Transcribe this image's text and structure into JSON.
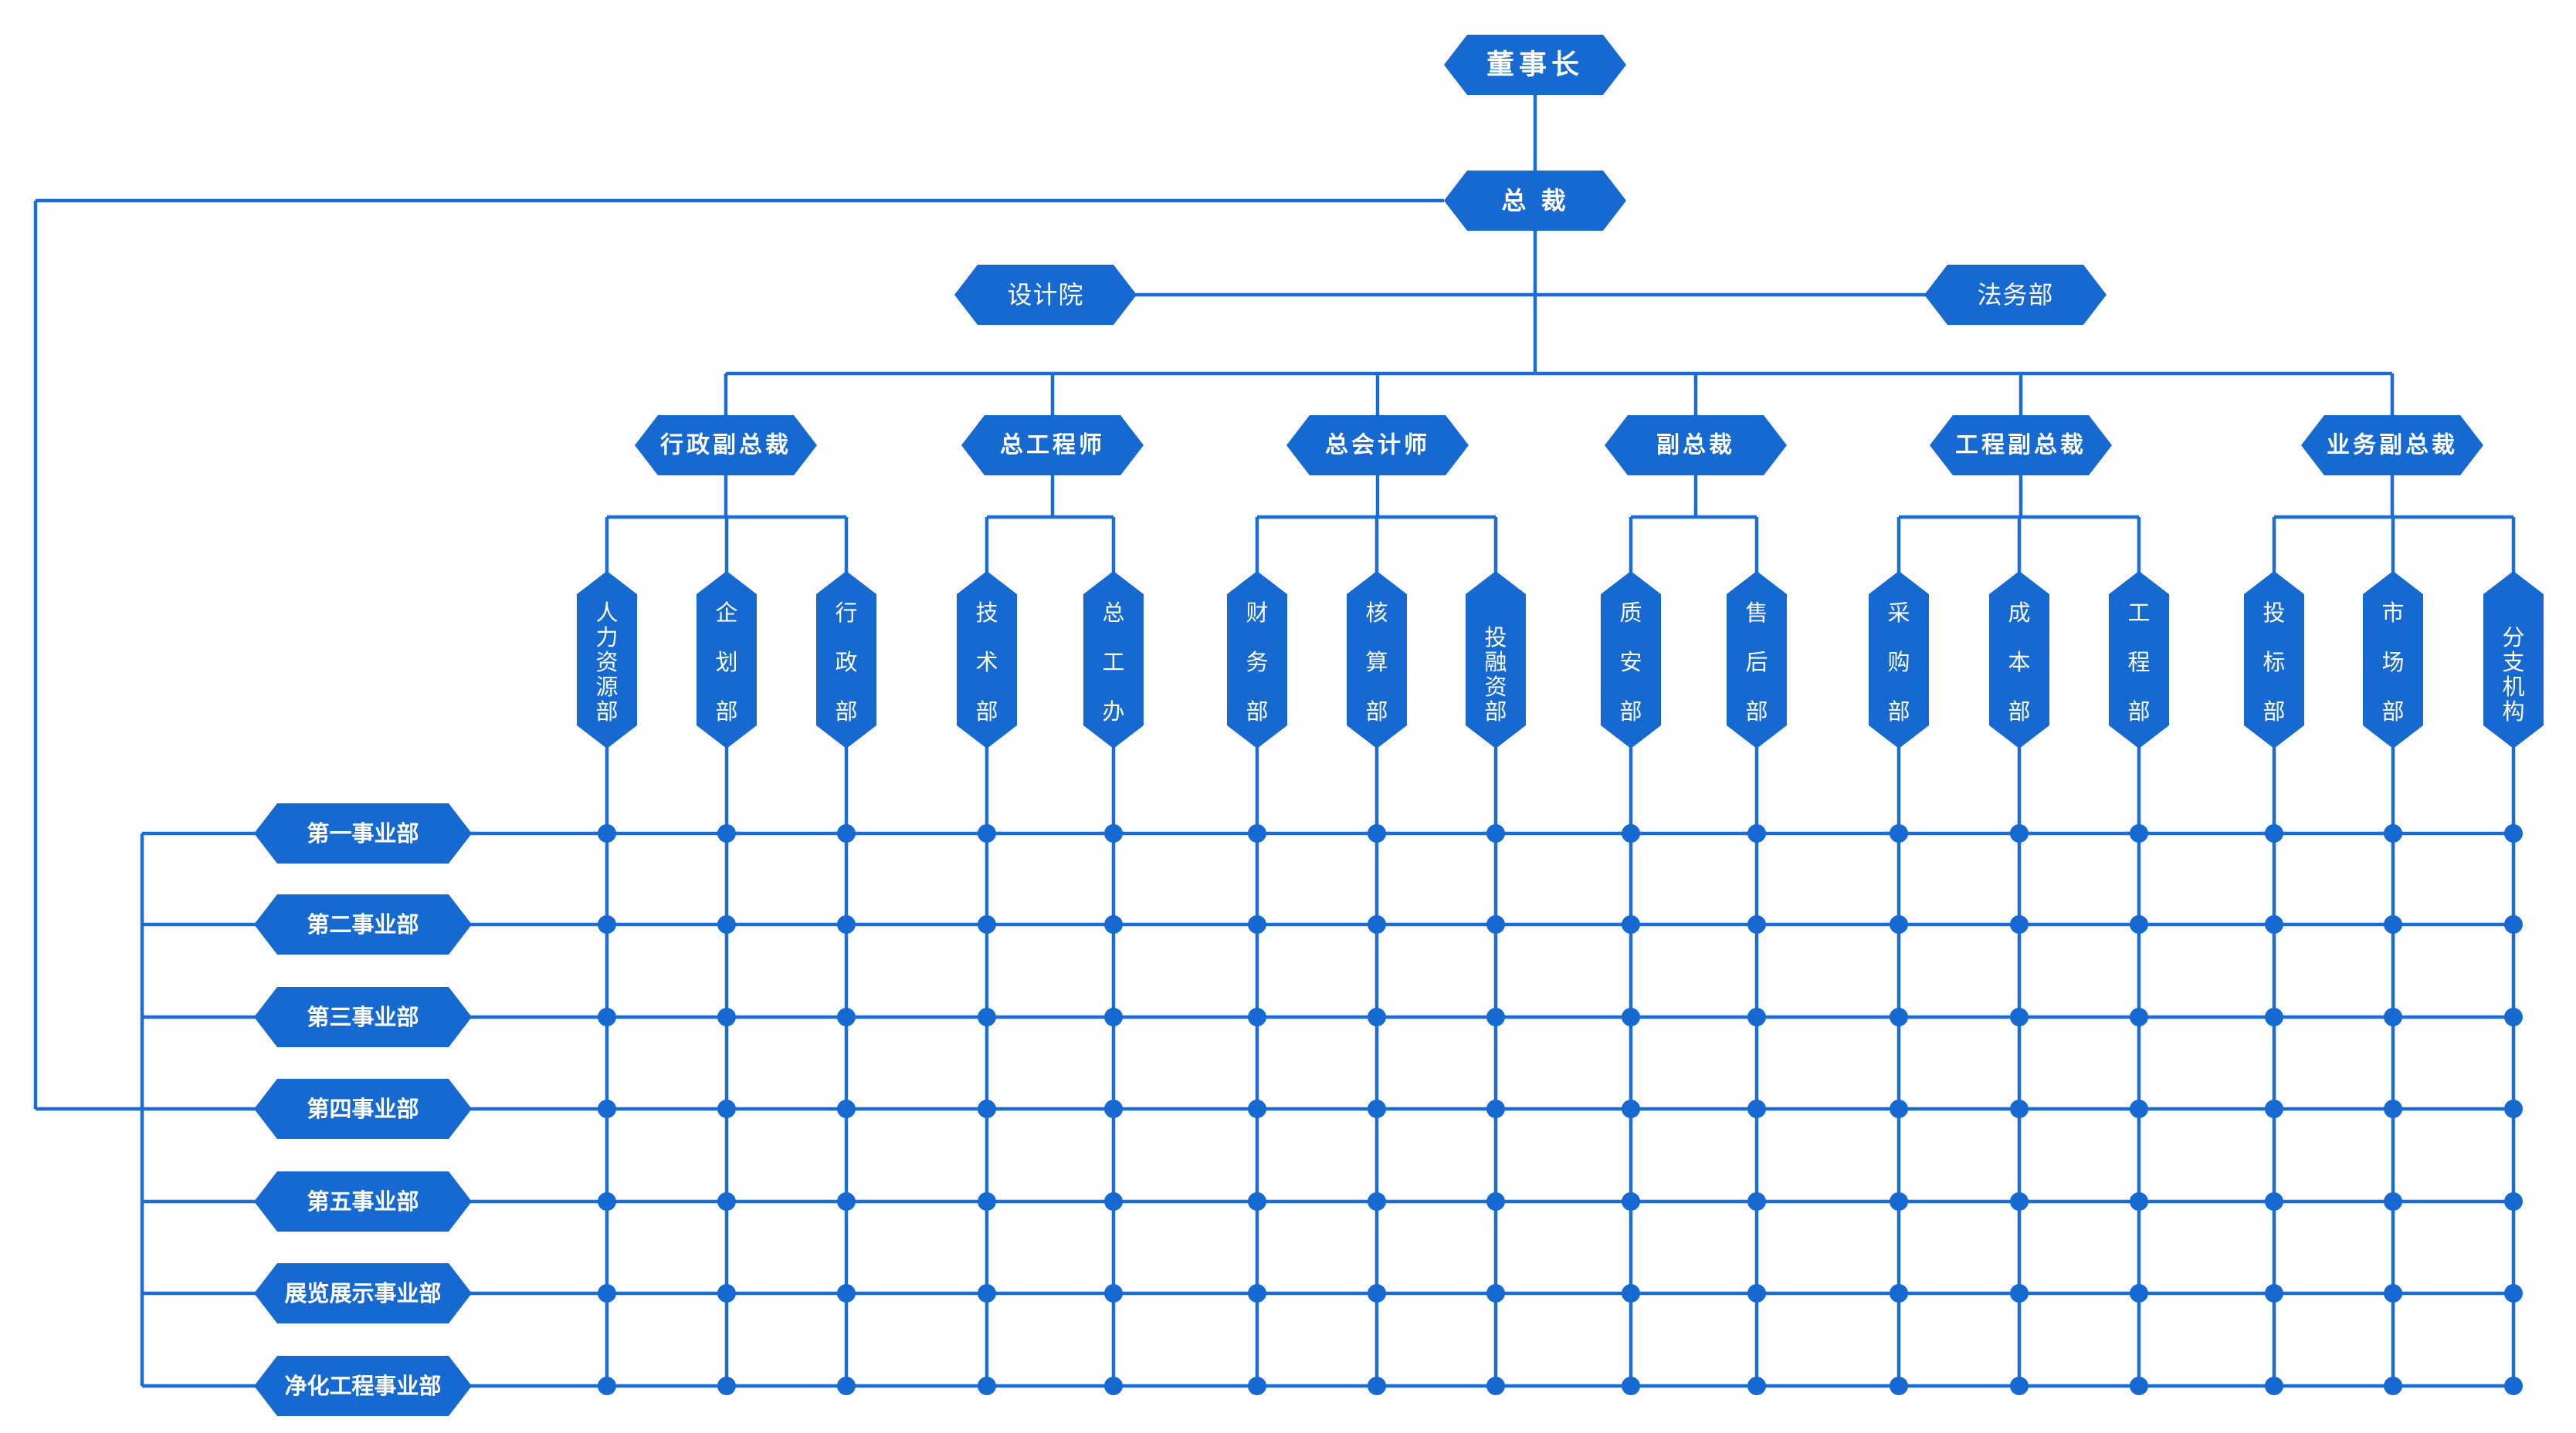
{
  "colors": {
    "primary": "#1669d0",
    "line": "#1a6dd3",
    "text": "#ffffff",
    "background": "#ffffff"
  },
  "chairman": "董事长",
  "president": "总  裁",
  "staff_left": "设计院",
  "staff_right": "法务部",
  "vps": [
    {
      "label": "行政副总裁",
      "departments": [
        "人力资源部",
        "企划部",
        "行政部"
      ]
    },
    {
      "label": "总工程师",
      "departments": [
        "技术部",
        "总工办"
      ]
    },
    {
      "label": "总会计师",
      "departments": [
        "财务部",
        "核算部",
        "投融资部"
      ]
    },
    {
      "label": "副总裁",
      "departments": [
        "质安部",
        "售后部"
      ]
    },
    {
      "label": "工程副总裁",
      "departments": [
        "采购部",
        "成本部",
        "工程部"
      ]
    },
    {
      "label": "业务副总裁",
      "departments": [
        "投标部",
        "市场部",
        "分支机构"
      ]
    }
  ],
  "divisions": [
    "第一事业部",
    "第二事业部",
    "第三事业部",
    "第四事业部",
    "第五事业部",
    "展览展示事业部",
    "净化工程事业部"
  ]
}
